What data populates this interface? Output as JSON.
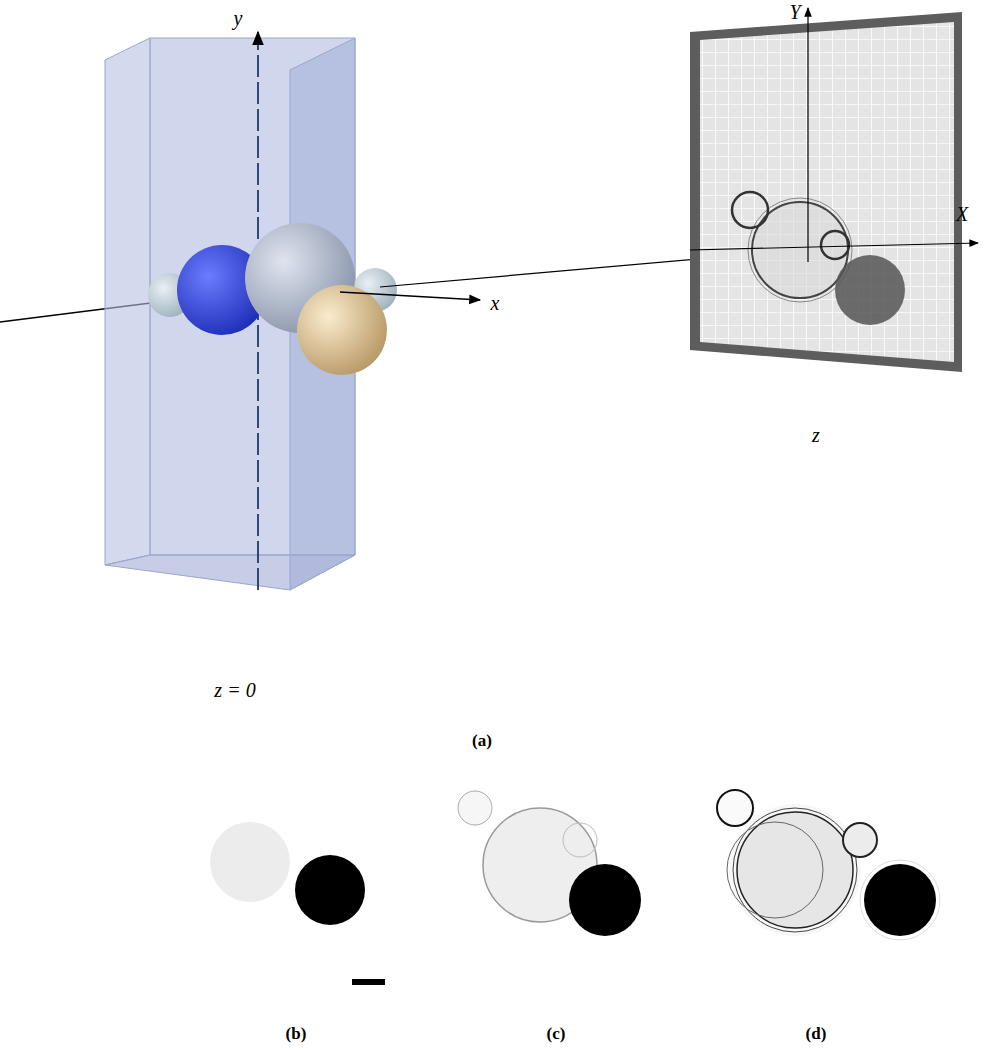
{
  "diagram": {
    "labels": [
      "y",
      "x",
      "Y",
      "X",
      "z",
      "z = 0",
      "(a)",
      "(b)",
      "(c)",
      "(d)"
    ]
  }
}
